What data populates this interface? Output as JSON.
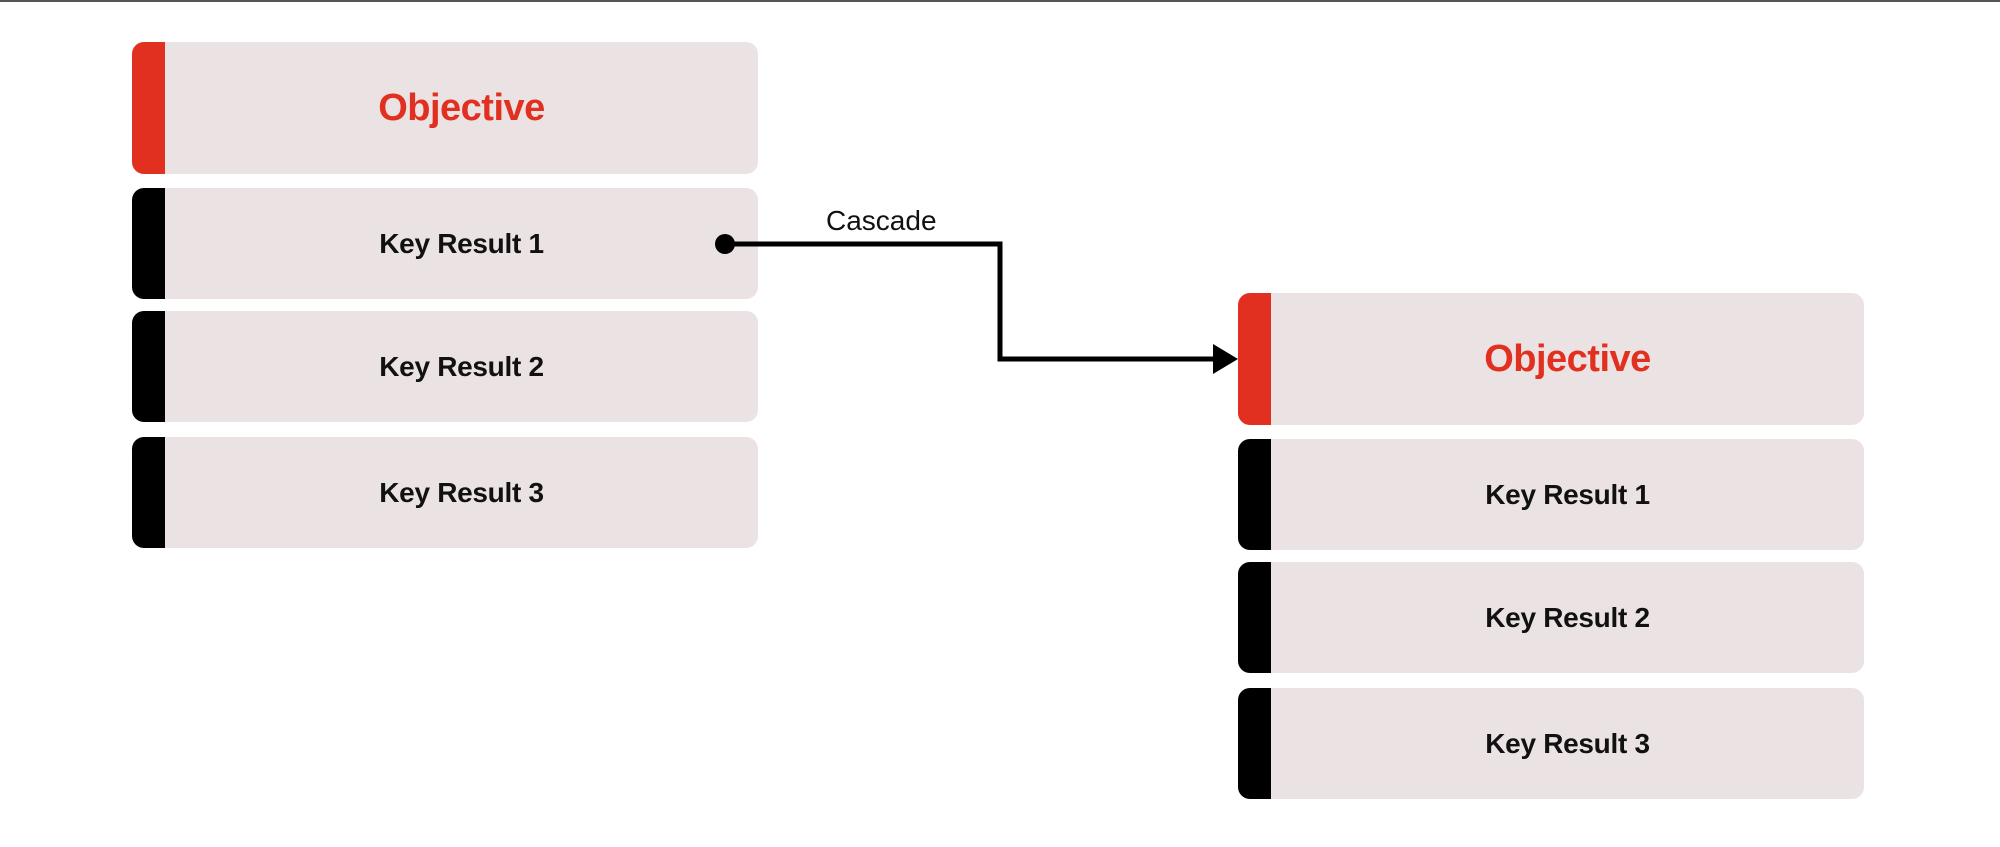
{
  "colors": {
    "objective_accent": "#e1301f",
    "key_result_accent": "#000000",
    "card_background": "#ebe2e3",
    "connector": "#000000"
  },
  "left_okr": {
    "objective": "Objective",
    "key_results": [
      "Key Result 1",
      "Key Result 2",
      "Key Result 3"
    ]
  },
  "right_okr": {
    "objective": "Objective",
    "key_results": [
      "Key Result 1",
      "Key Result 2",
      "Key Result 3"
    ]
  },
  "connector": {
    "label": "Cascade"
  }
}
